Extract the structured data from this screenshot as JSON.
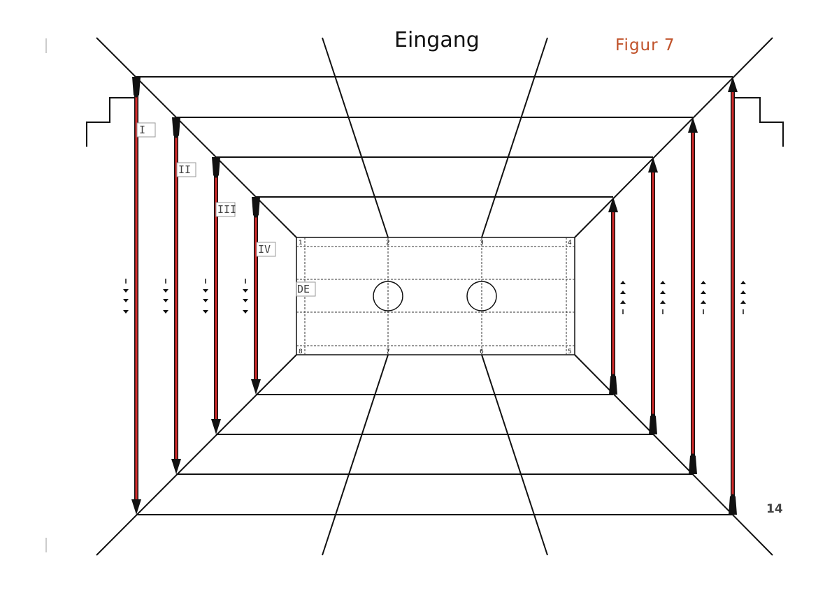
{
  "title": "Eingang",
  "figure": "Figur 7",
  "page_number": "14",
  "colors": {
    "line": "#111111",
    "rope": "#d42a2a",
    "figure": "#c0522a",
    "box": "#888888"
  },
  "lane_labels": [
    "I",
    "II",
    "III",
    "IV"
  ],
  "floor_label": "DE",
  "corner_numbers": [
    "1",
    "2",
    "3",
    "4",
    "5",
    "6",
    "7",
    "8"
  ],
  "icons": [
    "down-arrow-icon",
    "up-arrow-icon",
    "chevron-down-icon",
    "chevron-up-icon",
    "circle-marker-icon"
  ]
}
